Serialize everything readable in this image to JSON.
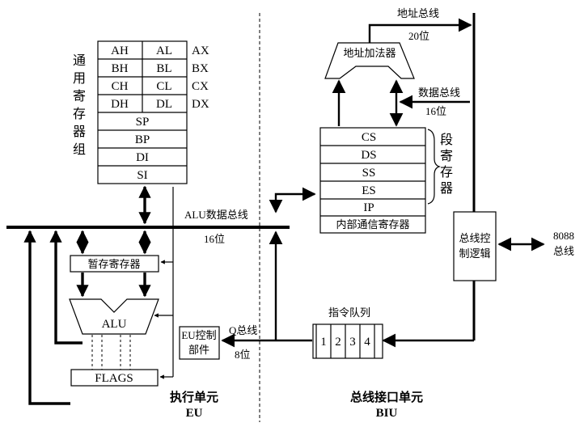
{
  "general_registers": {
    "title_chars": [
      "通",
      "用",
      "寄",
      "存",
      "器",
      "组"
    ],
    "pairs": [
      {
        "high": "AH",
        "low": "AL",
        "name": "AX"
      },
      {
        "high": "BH",
        "low": "BL",
        "name": "BX"
      },
      {
        "high": "CH",
        "low": "CL",
        "name": "CX"
      },
      {
        "high": "DH",
        "low": "DL",
        "name": "DX"
      }
    ],
    "pointers": [
      "SP",
      "BP",
      "DI",
      "SI"
    ]
  },
  "alu_bus": {
    "label": "ALU数据总线",
    "width": "16位"
  },
  "temp_register": "暂存寄存器",
  "alu": "ALU",
  "flags": "FLAGS",
  "eu_control": {
    "line1": "EU控制",
    "line2": "部件"
  },
  "q_bus": {
    "label": "Q总线",
    "width": "8位"
  },
  "eu_caption": {
    "line1": "执行单元",
    "line2": "EU"
  },
  "biu_caption": {
    "line1": "总线接口单元",
    "line2": "BIU"
  },
  "address_adder": "地址加法器",
  "address_bus": {
    "label": "地址总线",
    "width": "20位"
  },
  "data_bus": {
    "label": "数据总线",
    "width": "16位"
  },
  "segment_registers": [
    "CS",
    "DS",
    "SS",
    "ES",
    "IP"
  ],
  "internal_comm": "内部通信寄存器",
  "segment_label_chars": [
    "段",
    "寄",
    "存",
    "器"
  ],
  "bus_control": {
    "line1": "总线控",
    "line2": "制逻辑"
  },
  "external_bus": {
    "line1": "8088",
    "line2": "总线"
  },
  "queue": {
    "label": "指令队列",
    "cells": [
      "1",
      "2",
      "3",
      "4"
    ]
  }
}
